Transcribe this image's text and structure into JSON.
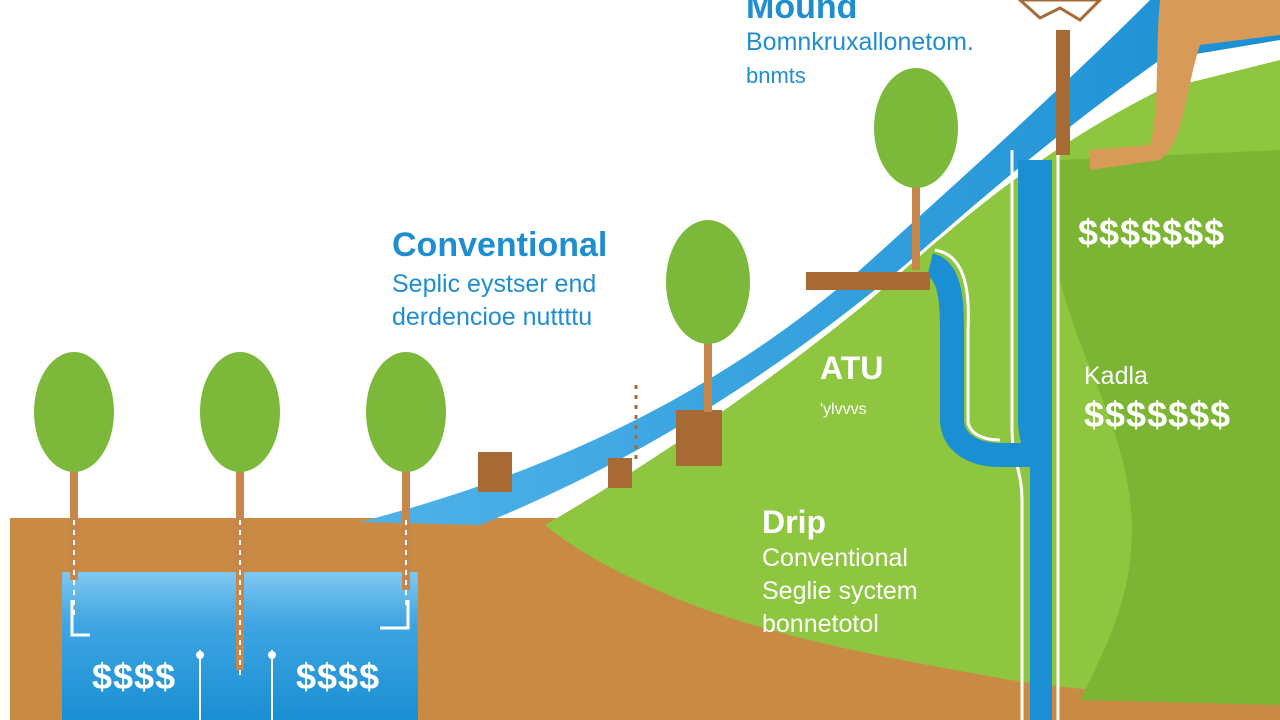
{
  "colors": {
    "soil": "#c98a43",
    "water": "#1a8fd3",
    "water_light": "#5fb8ea",
    "grass": "#8fc63f",
    "grass_dark": "#7bb533",
    "tree_leaf": "#7cb83a",
    "trunk": "#c7874a",
    "post": "#a86a35",
    "blue_text": "#1f8ed1",
    "white_text": "#ffffff"
  },
  "labels": {
    "mound": {
      "title": "Mound",
      "line1": "Bomnkruxallonetom.",
      "line2": "bnmts"
    },
    "conventional": {
      "title": "Conventional",
      "line1": "Seplic eystser end",
      "line2": "derdencioe nuttttu"
    },
    "atu": {
      "title": "ATU",
      "line1": "'ylvvvs"
    },
    "drip": {
      "title": "Drip",
      "line1": "Conventional",
      "line2": "Seglie syctem",
      "line3": "bonnetotol"
    },
    "right": {
      "line1": "Kadla"
    }
  },
  "costs": {
    "tank_left": "$$$$",
    "tank_right": "$$$$",
    "upper_right": "$$$$$$$",
    "lower_right": "$$$$$$$"
  }
}
